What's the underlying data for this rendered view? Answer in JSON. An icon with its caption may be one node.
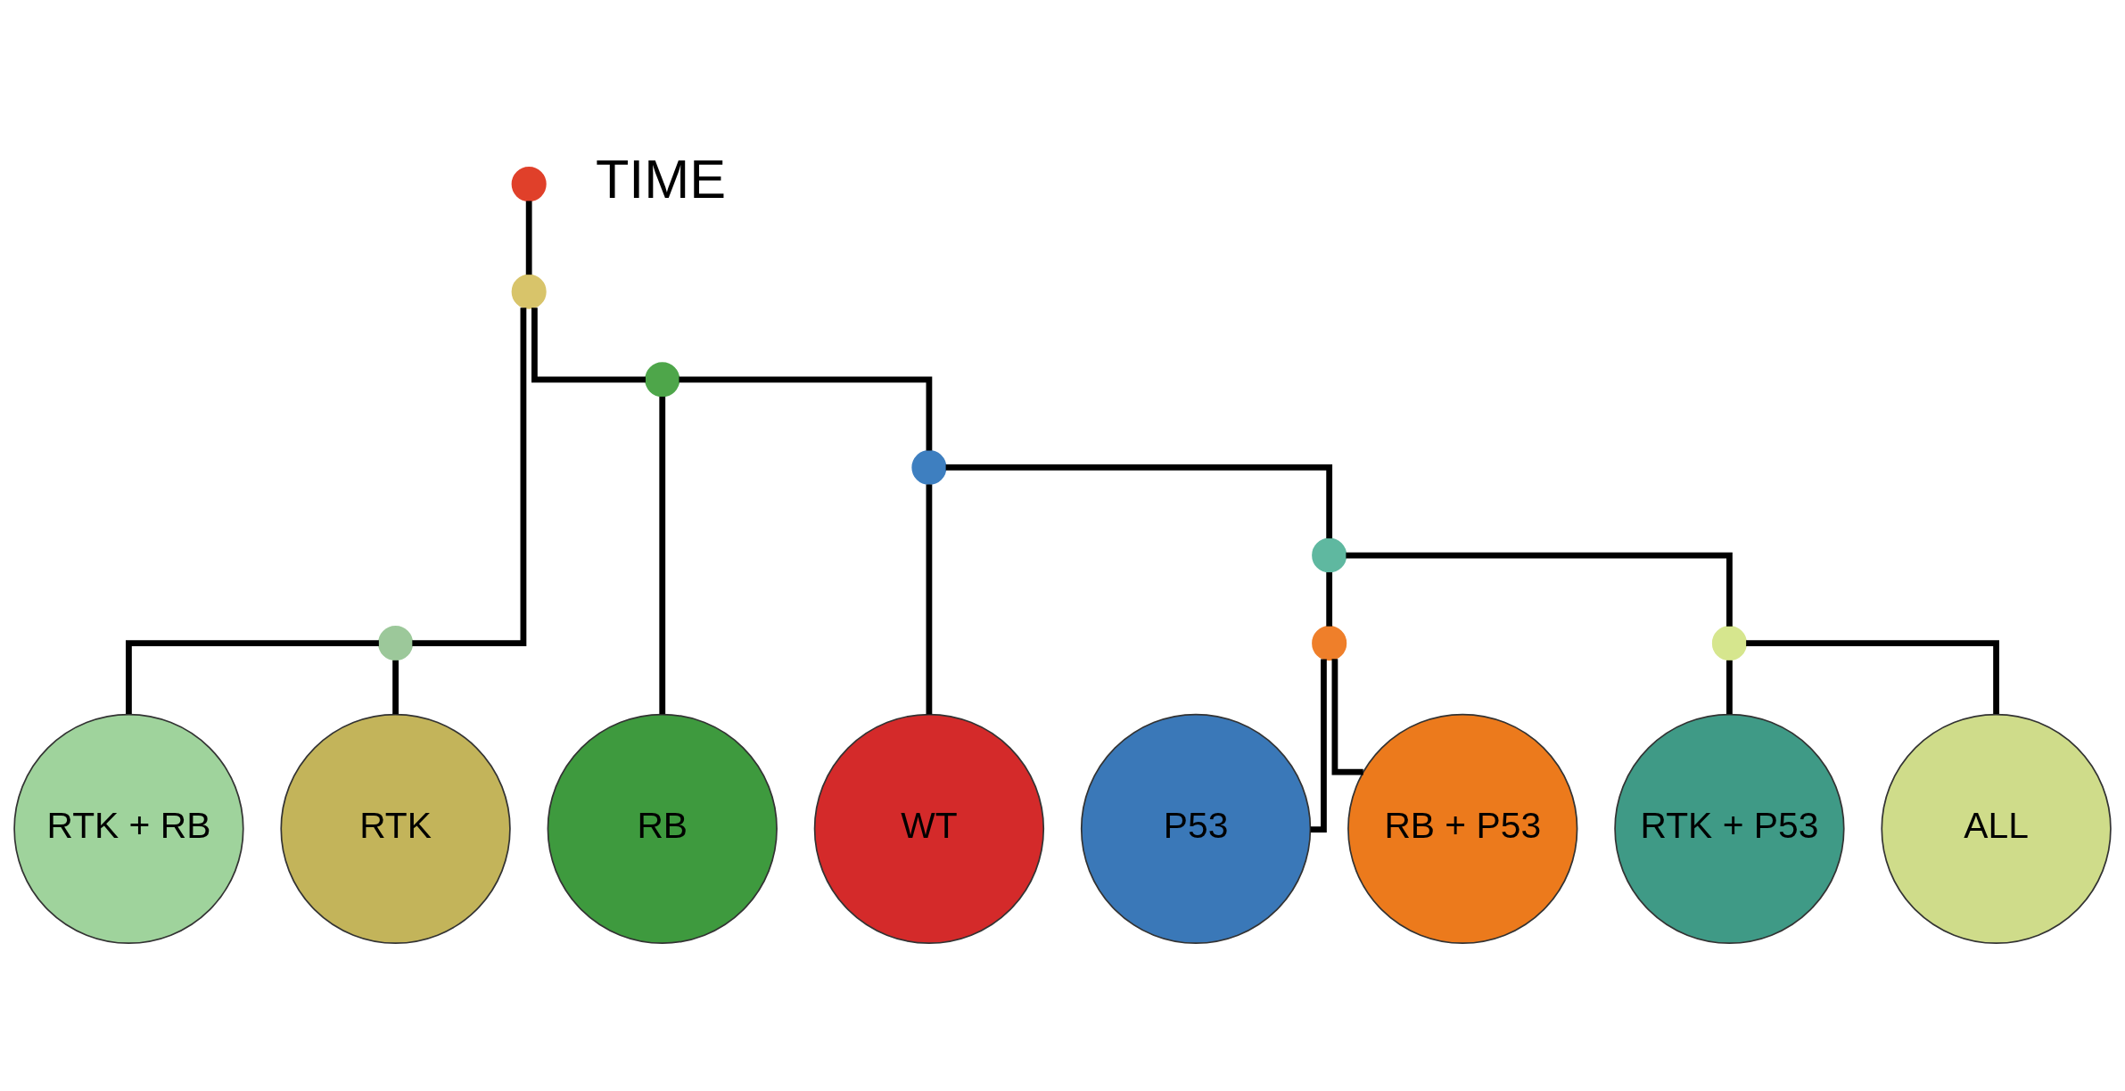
{
  "diagram": {
    "nodes": [
      {
        "text": [],
        "shape": "circle"
      },
      {
        "text": [],
        "shape": "circle"
      },
      {
        "text": [],
        "shape": "circle"
      },
      {
        "text": [],
        "shape": "circle"
      },
      {
        "text": [],
        "shape": "circle"
      },
      {
        "text": [],
        "shape": "circle"
      },
      {
        "text": [],
        "shape": "circle"
      },
      {
        "text": [],
        "shape": "circle"
      },
      {
        "text": [
          "RTK + RB"
        ]
      },
      {
        "text": [
          "RTK"
        ]
      },
      {
        "text": [
          "RB"
        ]
      },
      {
        "text": [
          "WT"
        ]
      },
      {
        "text": [
          "P53"
        ]
      },
      {
        "text": [
          "RB + P53"
        ]
      },
      {
        "text": [
          "RTK + P53"
        ]
      },
      {
        "text": [
          "ALL"
        ]
      }
    ],
    "edges": [
      {
        "from": 0,
        "to": 1,
        "arrow": "none"
      },
      {
        "from": 1,
        "to": 5,
        "arrow": "none"
      },
      {
        "from": 1,
        "to": 2,
        "arrow": "none"
      },
      {
        "from": 2,
        "to": 10,
        "arrow": "none"
      },
      {
        "from": 2,
        "to": 3,
        "arrow": "none"
      },
      {
        "from": 3,
        "to": 11,
        "arrow": "none"
      },
      {
        "from": 3,
        "to": 4,
        "arrow": "none"
      },
      {
        "from": 4,
        "to": 6,
        "arrow": "none"
      },
      {
        "from": 4,
        "to": 7,
        "arrow": "none"
      },
      {
        "from": 5,
        "to": 8,
        "arrow": "none"
      },
      {
        "from": 5,
        "to": 9,
        "arrow": "none"
      },
      {
        "from": 6,
        "to": 12,
        "arrow": "none"
      },
      {
        "from": 6,
        "to": 13,
        "arrow": "none"
      },
      {
        "from": 7,
        "to": 14,
        "arrow": "none"
      },
      {
        "from": 7,
        "to": 15,
        "arrow": "none"
      }
    ],
    "labels": [
      "TIME"
    ]
  }
}
